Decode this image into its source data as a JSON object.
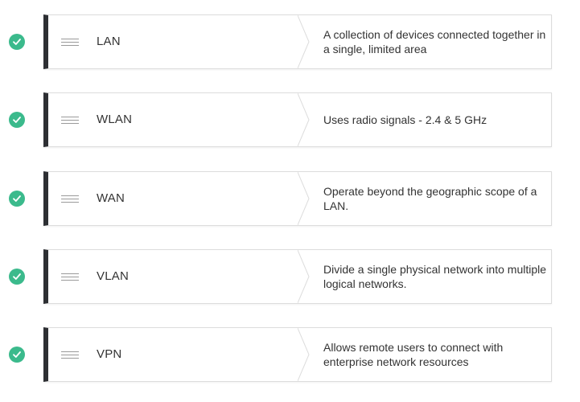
{
  "icons": {
    "status": "check-circle-icon",
    "drag": "drag-handle-icon",
    "status_color": "#3bba8c",
    "card_accent_color": "#2d2f33"
  },
  "items": [
    {
      "term": "LAN",
      "definition": "A collection of devices connected together in a single, limited area",
      "status": "correct"
    },
    {
      "term": "WLAN",
      "definition": "Uses radio signals - 2.4 & 5 GHz",
      "status": "correct"
    },
    {
      "term": "WAN",
      "definition": "Operate beyond the geographic scope of a LAN.",
      "status": "correct"
    },
    {
      "term": "VLAN",
      "definition": "Divide a single physical network into multiple logical networks.",
      "status": "correct"
    },
    {
      "term": "VPN",
      "definition": "Allows remote users to connect with enterprise network resources",
      "status": "correct"
    }
  ]
}
